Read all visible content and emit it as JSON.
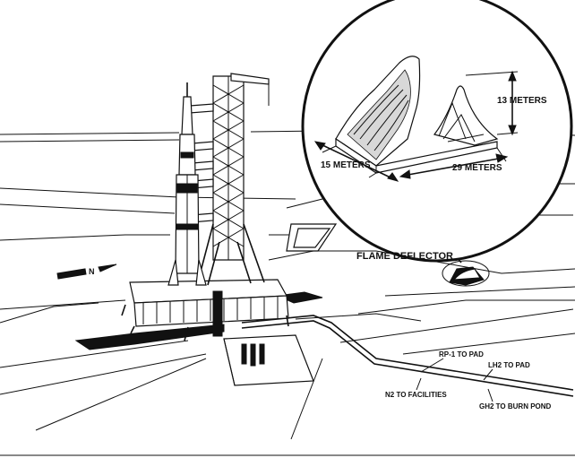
{
  "diagram": {
    "labels": {
      "flame_deflector": "FLAME DEFLECTOR",
      "height": "13 METERS",
      "width": "15 METERS",
      "length": "29 METERS",
      "rp1": "RP-1 TO PAD",
      "lh2": "LH2 TO PAD",
      "n2": "N2 TO FACILITIES",
      "gh2": "GH2 TO BURN POND",
      "north_marker": "N"
    }
  }
}
